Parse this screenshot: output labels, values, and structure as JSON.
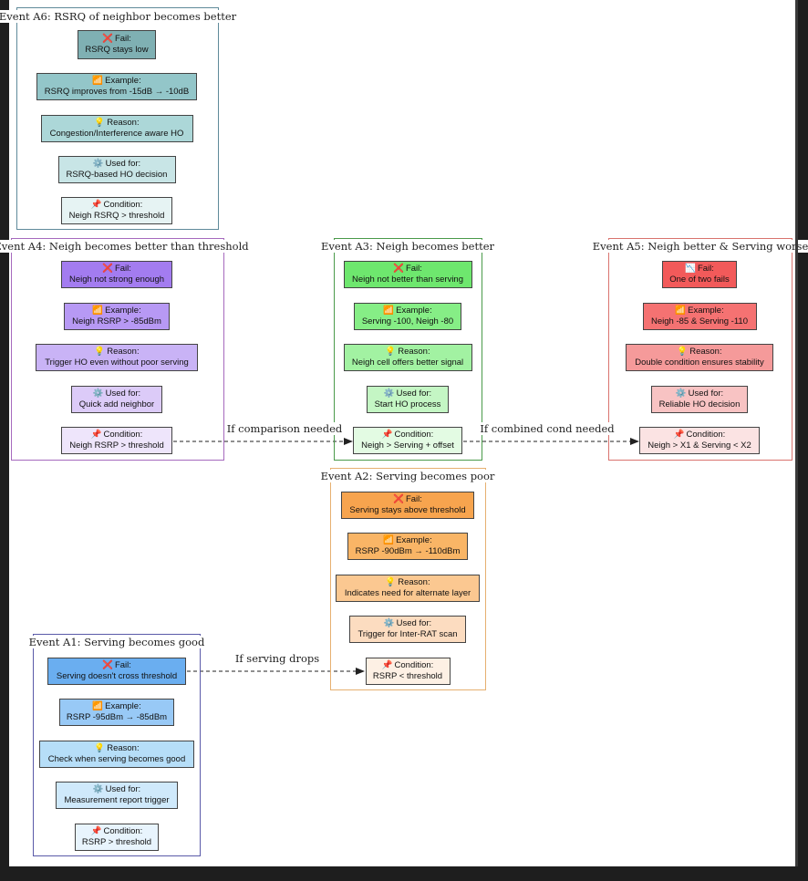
{
  "clusters": [
    {
      "id": "a6",
      "title": "Event A6: RSRQ of neighbor becomes better",
      "border": "#5f8a9a",
      "nodes": [
        {
          "id": "a6-fail",
          "icon": "❌",
          "head": "Fail:",
          "text": "RSRQ stays low",
          "fill": "#7fb0b3"
        },
        {
          "id": "a6-example",
          "icon": "📶",
          "head": "Example:",
          "text": "RSRQ improves from -15dB → -10dB",
          "fill": "#93c6c9"
        },
        {
          "id": "a6-reason",
          "icon": "💡",
          "head": "Reason:",
          "text": "Congestion/Interference aware HO",
          "fill": "#acd7d8"
        },
        {
          "id": "a6-used",
          "icon": "⚙️",
          "head": "Used for:",
          "text": "RSRQ-based HO decision",
          "fill": "#c8e5e6"
        },
        {
          "id": "a6-cond",
          "icon": "📌",
          "head": "Condition:",
          "text": "Neigh RSRQ > threshold",
          "fill": "#e6f3f3"
        }
      ]
    },
    {
      "id": "a4",
      "title": "Event A4: Neigh becomes better than threshold",
      "border": "#a569bd",
      "nodes": [
        {
          "id": "a4-fail",
          "icon": "❌",
          "head": "Fail:",
          "text": "Neigh not strong enough",
          "fill": "#a37cf0"
        },
        {
          "id": "a4-example",
          "icon": "📶",
          "head": "Example:",
          "text": "Neigh RSRP > -85dBm",
          "fill": "#b799f4"
        },
        {
          "id": "a4-reason",
          "icon": "💡",
          "head": "Reason:",
          "text": "Trigger HO even without poor serving",
          "fill": "#c9b3f6"
        },
        {
          "id": "a4-used",
          "icon": "⚙️",
          "head": "Used for:",
          "text": "Quick add neighbor",
          "fill": "#dccbf8"
        },
        {
          "id": "a4-cond",
          "icon": "📌",
          "head": "Condition:",
          "text": "Neigh RSRP > threshold",
          "fill": "#eee5fb"
        }
      ]
    },
    {
      "id": "a3",
      "title": "Event A3: Neigh becomes better",
      "border": "#4a9a4a",
      "nodes": [
        {
          "id": "a3-fail",
          "icon": "❌",
          "head": "Fail:",
          "text": "Neigh not better than serving",
          "fill": "#6ee76e"
        },
        {
          "id": "a3-example",
          "icon": "📶",
          "head": "Example:",
          "text": "Serving -100, Neigh -80",
          "fill": "#86ee86"
        },
        {
          "id": "a3-reason",
          "icon": "💡",
          "head": "Reason:",
          "text": "Neigh cell offers better signal",
          "fill": "#a2f2a2"
        },
        {
          "id": "a3-used",
          "icon": "⚙️",
          "head": "Used for:",
          "text": "Start HO process",
          "fill": "#c4f6c4"
        },
        {
          "id": "a3-cond",
          "icon": "📌",
          "head": "Condition:",
          "text": "Neigh > Serving + offset",
          "fill": "#e3fbe3"
        }
      ]
    },
    {
      "id": "a5",
      "title": "Event A5: Neigh better & Serving worse",
      "border": "#d9736e",
      "nodes": [
        {
          "id": "a5-fail",
          "icon": "📉",
          "head": "Fail:",
          "text": "One of two fails",
          "fill": "#f25a5a"
        },
        {
          "id": "a5-example",
          "icon": "📶",
          "head": "Example:",
          "text": "Neigh -85 & Serving -110",
          "fill": "#f57272"
        },
        {
          "id": "a5-reason",
          "icon": "💡",
          "head": "Reason:",
          "text": "Double condition ensures stability",
          "fill": "#f59a9a"
        },
        {
          "id": "a5-used",
          "icon": "⚙️",
          "head": "Used for:",
          "text": "Reliable HO decision",
          "fill": "#f8c3c3"
        },
        {
          "id": "a5-cond",
          "icon": "📌",
          "head": "Condition:",
          "text": "Neigh > X1 & Serving < X2",
          "fill": "#fbe3e3"
        }
      ]
    },
    {
      "id": "a2",
      "title": "Event A2: Serving becomes poor",
      "border": "#e6b070",
      "nodes": [
        {
          "id": "a2-fail",
          "icon": "❌",
          "head": "Fail:",
          "text": "Serving stays above threshold",
          "fill": "#f7a44e"
        },
        {
          "id": "a2-example",
          "icon": "📶",
          "head": "Example:",
          "text": "RSRP -90dBm → -110dBm",
          "fill": "#f9b566"
        },
        {
          "id": "a2-reason",
          "icon": "💡",
          "head": "Reason:",
          "text": "Indicates need for alternate layer",
          "fill": "#fbc891"
        },
        {
          "id": "a2-used",
          "icon": "⚙️",
          "head": "Used for:",
          "text": "Trigger for Inter-RAT scan",
          "fill": "#fcdcc0"
        },
        {
          "id": "a2-cond",
          "icon": "📌",
          "head": "Condition:",
          "text": "RSRP < threshold",
          "fill": "#fdf0e4"
        }
      ]
    },
    {
      "id": "a1",
      "title": "Event A1: Serving becomes good",
      "border": "#5a5aa8",
      "nodes": [
        {
          "id": "a1-fail",
          "icon": "❌",
          "head": "Fail:",
          "text": "Serving doesn't cross threshold",
          "fill": "#6aaef0"
        },
        {
          "id": "a1-example",
          "icon": "📶",
          "head": "Example:",
          "text": "RSRP -95dBm → -85dBm",
          "fill": "#98c9f6"
        },
        {
          "id": "a1-reason",
          "icon": "💡",
          "head": "Reason:",
          "text": "Check when serving becomes good",
          "fill": "#b6def8"
        },
        {
          "id": "a1-used",
          "icon": "⚙️",
          "head": "Used for:",
          "text": "Measurement report trigger",
          "fill": "#cfe9fb"
        },
        {
          "id": "a1-cond",
          "icon": "📌",
          "head": "Condition:",
          "text": "RSRP > threshold",
          "fill": "#e8f4fd"
        }
      ]
    }
  ],
  "edges": [
    {
      "from": "a4-cond",
      "to": "a3-cond",
      "label": "If comparison needed"
    },
    {
      "from": "a3-cond",
      "to": "a5-cond",
      "label": "If combined cond needed"
    },
    {
      "from": "a1-fail",
      "to": "a2-cond",
      "label": "If serving drops"
    }
  ]
}
